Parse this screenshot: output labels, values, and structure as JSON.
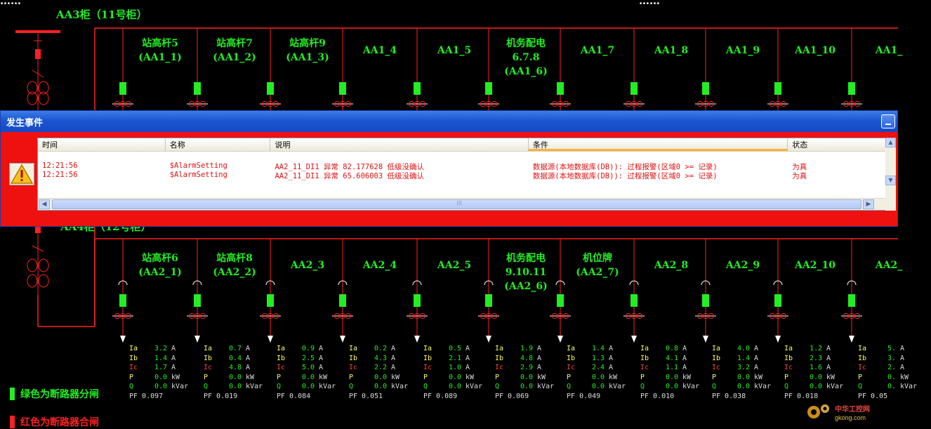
{
  "header": {
    "top_left_cut": "……",
    "top_right_cut": "……"
  },
  "cabinet_top": {
    "title": "AA3柜（11号柜）",
    "feeders": [
      {
        "lines": [
          "站高杆5",
          "(AA1_1)"
        ]
      },
      {
        "lines": [
          "站高杆7",
          "(AA1_2)"
        ]
      },
      {
        "lines": [
          "站高杆9",
          "(AA1_3)"
        ]
      },
      {
        "lines": [
          "AA1_4"
        ]
      },
      {
        "lines": [
          "AA1_5"
        ]
      },
      {
        "lines": [
          "机务配电",
          "6.7.8",
          "(AA1_6)"
        ]
      },
      {
        "lines": [
          "AA1_7"
        ]
      },
      {
        "lines": [
          "AA1_8"
        ]
      },
      {
        "lines": [
          "AA1_9"
        ]
      },
      {
        "lines": [
          "AA1_10"
        ]
      },
      {
        "lines": [
          "AA1_"
        ]
      }
    ]
  },
  "cabinet_bottom": {
    "title_cut": "AA4柜（12号柜）",
    "feeders": [
      {
        "lines": [
          "站高杆6",
          "(AA2_1)"
        ]
      },
      {
        "lines": [
          "站高杆8",
          "(AA2_2)"
        ]
      },
      {
        "lines": [
          "AA2_3"
        ]
      },
      {
        "lines": [
          "AA2_4"
        ]
      },
      {
        "lines": [
          "AA2_5"
        ]
      },
      {
        "lines": [
          "机务配电",
          "9.10.11",
          "(AA2_6)"
        ]
      },
      {
        "lines": [
          "机位牌",
          "(AA2_7)"
        ]
      },
      {
        "lines": [
          "AA2_8"
        ]
      },
      {
        "lines": [
          "AA2_9"
        ]
      },
      {
        "lines": [
          "AA2_10"
        ]
      },
      {
        "lines": [
          "AA2_"
        ]
      }
    ],
    "measure_names": [
      "Ia",
      "Ib",
      "Ic",
      "P",
      "Q"
    ],
    "measure_units": [
      "A",
      "A",
      "A",
      "kW",
      "kVar"
    ],
    "pf_label": "PF",
    "measurements": [
      {
        "ia": "3.2",
        "ib": "1.4",
        "ic": "1.7",
        "p": "0.0",
        "q": "0.0",
        "pf": "0.097"
      },
      {
        "ia": "0.7",
        "ib": "0.4",
        "ic": "4.8",
        "p": "0.0",
        "q": "0.0",
        "pf": "0.019"
      },
      {
        "ia": "0.9",
        "ib": "2.5",
        "ic": "5.0",
        "p": "0.0",
        "q": "0.0",
        "pf": "0.084"
      },
      {
        "ia": "0.2",
        "ib": "4.3",
        "ic": "2.2",
        "p": "0.0",
        "q": "0.0",
        "pf": "0.051"
      },
      {
        "ia": "0.5",
        "ib": "2.1",
        "ic": "1.0",
        "p": "0.0",
        "q": "0.0",
        "pf": "0.089"
      },
      {
        "ia": "1.9",
        "ib": "4.8",
        "ic": "2.9",
        "p": "0.0",
        "q": "0.0",
        "pf": "0.069"
      },
      {
        "ia": "1.4",
        "ib": "1.3",
        "ic": "2.4",
        "p": "0.0",
        "q": "0.0",
        "pf": "0.049"
      },
      {
        "ia": "0.8",
        "ib": "4.1",
        "ic": "1.1",
        "p": "0.0",
        "q": "0.0",
        "pf": "0.010"
      },
      {
        "ia": "4.0",
        "ib": "1.4",
        "ic": "3.2",
        "p": "0.0",
        "q": "0.0",
        "pf": "0.038"
      },
      {
        "ia": "1.2",
        "ib": "2.3",
        "ic": "1.6",
        "p": "0.0",
        "q": "0.0",
        "pf": "0.018"
      },
      {
        "ia": "5.",
        "ib": "3.",
        "ic": "2.",
        "p": "0.",
        "q": "0.",
        "pf": "0.05"
      }
    ]
  },
  "legend": {
    "green": "绿色为断路器分闸",
    "red": "红色为断路器合闸"
  },
  "event_window": {
    "title": "发生事件",
    "columns": [
      "时间",
      "名称",
      "说明",
      "条件",
      "状态"
    ],
    "rows": [
      {
        "time": "12:21:56",
        "name": "$AlarmSetting",
        "desc": "AA2_11_DI1   异常  82.177628  低级没确认",
        "cond": "数据源(本地数据库(DB)): 过程报警(区域0 >= 记录)",
        "state": "为真"
      },
      {
        "time": "12:21:56",
        "name": "$AlarmSetting",
        "desc": "AA2_11_DI1   异常  65.606003  低级没确认",
        "cond": "数据源(本地数据库(DB)): 过程报警(区域0 >= 记录)",
        "state": "为真"
      }
    ],
    "hscroll_grip": "III"
  },
  "watermark": {
    "text": "中华工控网",
    "url": "gkong.com"
  },
  "colors": {
    "busbar": "#ff2020",
    "label_green": "#22ee22",
    "event_bg": "#ef1010",
    "titlebar": "#1c56d2"
  }
}
